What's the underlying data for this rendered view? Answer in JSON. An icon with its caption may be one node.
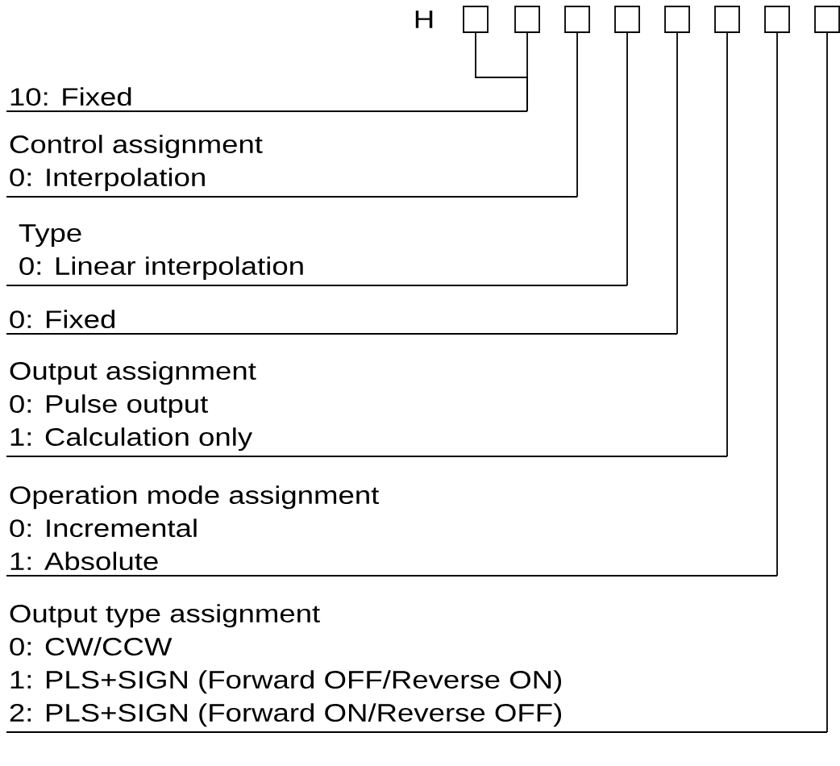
{
  "diagram": {
    "nodes": [
      {
        "text": [],
        "shape": "box"
      },
      {
        "text": [],
        "shape": "box"
      },
      {
        "text": [],
        "shape": "box"
      },
      {
        "text": [],
        "shape": "box"
      },
      {
        "text": [],
        "shape": "box"
      },
      {
        "text": [],
        "shape": "box"
      },
      {
        "text": [],
        "shape": "box"
      },
      {
        "text": [],
        "shape": "box"
      },
      {
        "text": [
          "10: Fixed"
        ]
      },
      {
        "text": [
          "Control assignment",
          "0: Interpolation"
        ]
      },
      {
        "text": [
          "Type",
          "0: Linear interpolation"
        ]
      },
      {
        "text": [
          "0: Fixed"
        ]
      },
      {
        "text": [
          "Output assignment",
          "0: Pulse output",
          "1: Calculation only"
        ]
      },
      {
        "text": [
          "Operation mode assignment",
          "0: Incremental",
          "1: Absolute"
        ]
      },
      {
        "text": [
          "Output type assignment",
          "0: CW/CCW",
          "1: PLS+SIGN (Forward OFF/Reverse ON)",
          "2: PLS+SIGN (Forward ON/Reverse OFF)"
        ]
      }
    ],
    "edges": [
      {
        "from": 0,
        "to": 8,
        "arrow": "none"
      },
      {
        "from": 1,
        "to": 8,
        "arrow": "none"
      },
      {
        "from": 2,
        "to": 9,
        "arrow": "none"
      },
      {
        "from": 3,
        "to": 10,
        "arrow": "none"
      },
      {
        "from": 4,
        "to": 11,
        "arrow": "none"
      },
      {
        "from": 5,
        "to": 12,
        "arrow": "none"
      },
      {
        "from": 6,
        "to": 13,
        "arrow": "none"
      },
      {
        "from": 7,
        "to": 14,
        "arrow": "none"
      }
    ],
    "labels": [
      "H"
    ]
  }
}
